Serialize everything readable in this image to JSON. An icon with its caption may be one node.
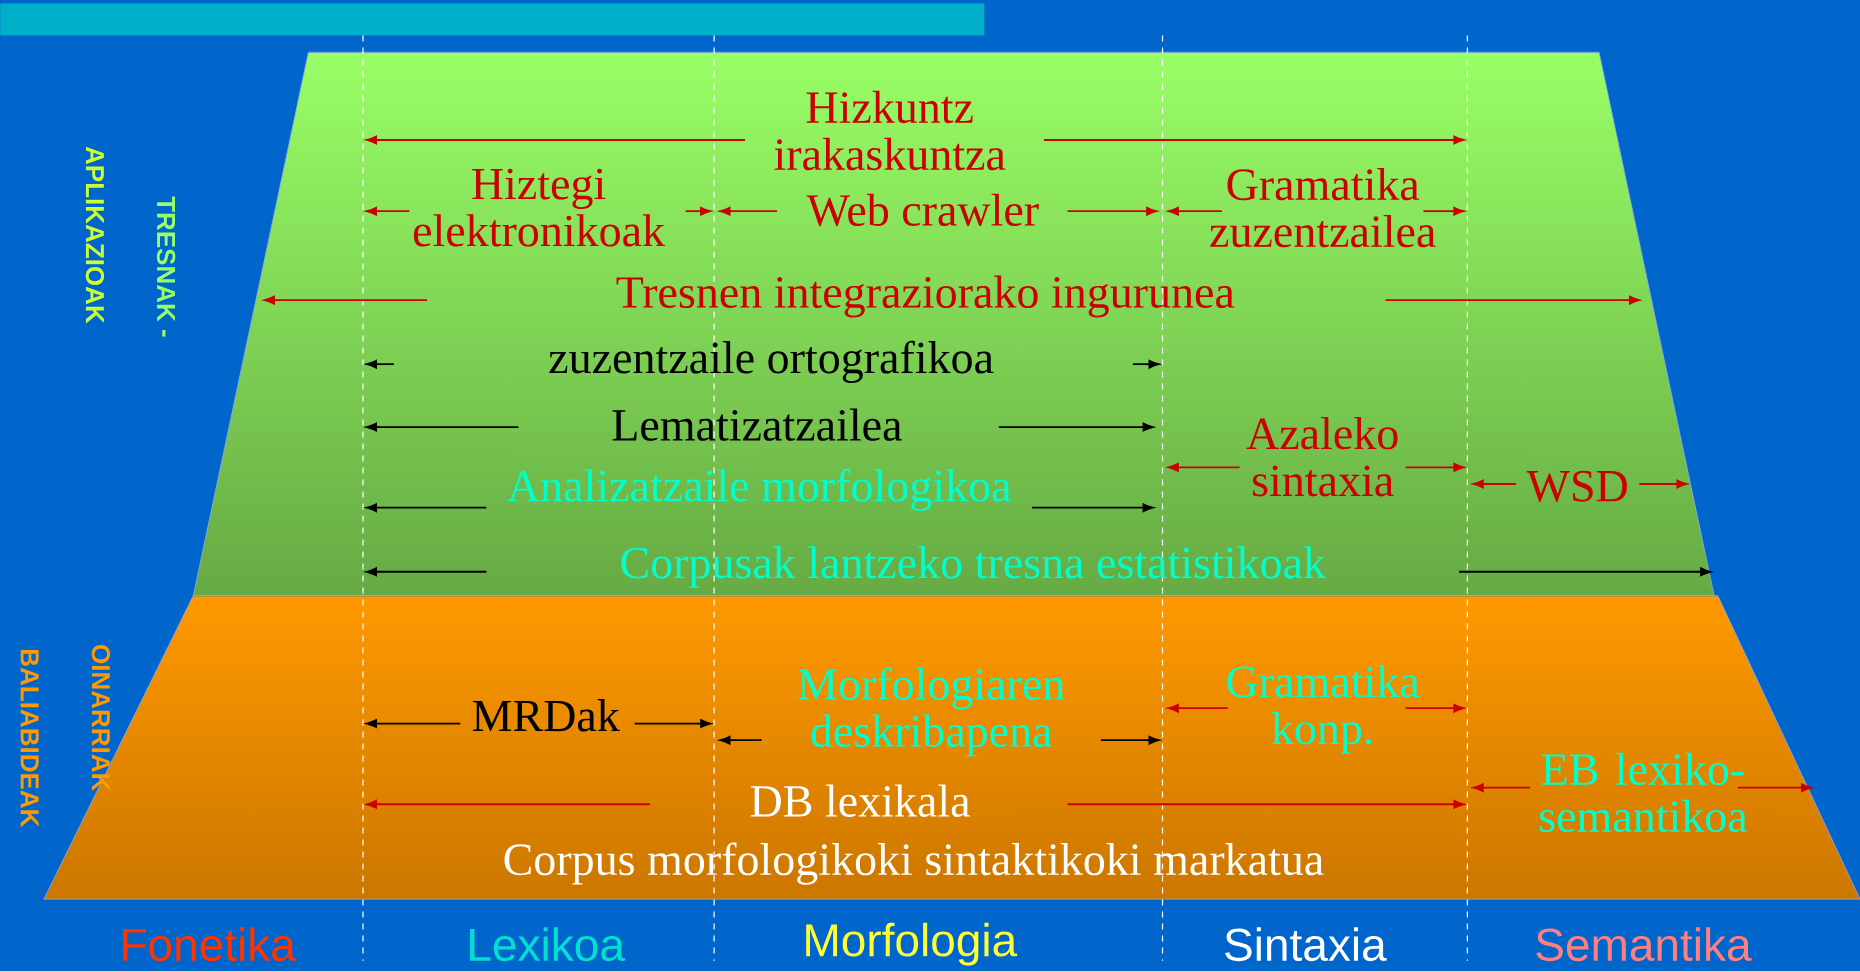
{
  "diagram": {
    "nodes": [
      {
        "text": [],
        "shape": "bar"
      }
    ],
    "labels": [
      "Hizkuntz irakaskuntza",
      "Hiztegi elektronikoak",
      "Web crawler",
      "Gramatika zuzentzailea",
      "Tresnen integraziorako ingurunea",
      "zuzentzaile ortografikoa",
      "Lematizatzailea",
      "Azaleko sintaxia",
      "Analizatzaile morfologikoa",
      "WSD",
      "Corpusak lantzeko tresna estatistikoak",
      "MRDak",
      "Morfologiaren deskribapena",
      "Gramatika konp.",
      "EB lexiko- semantikoa",
      "DB lexikala",
      "Corpus morfologikoki sintaktikoki markatua",
      "Fonetika",
      "Lexikoa",
      "Morfologia",
      "Sintaxia",
      "Semantika",
      "APLIKAZIOAK",
      "TRESNAK -",
      "BALIABIDEAK",
      "OINARRIAK"
    ]
  }
}
